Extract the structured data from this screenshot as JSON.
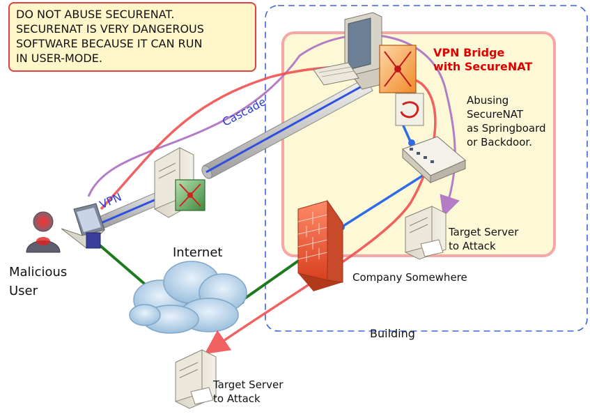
{
  "warning": {
    "lines": [
      "DO NOT ABUSE SECURENAT.",
      "SECURENAT IS VERY DANGEROUS",
      "SOFTWARE BECAUSE IT CAN RUN",
      "IN USER-MODE."
    ]
  },
  "labels": {
    "vpn_bridge_line1": "VPN Bridge",
    "vpn_bridge_line2": "with SecureNAT",
    "abusing_lines": [
      "Abusing",
      "SecureNAT",
      "as Springboard",
      "or Backdoor."
    ],
    "cascade": "Cascade",
    "vpn": "VPN",
    "target_inner_line1": "Target Server",
    "target_inner_line2": "to Attack",
    "company": "Company Somewhere",
    "building": "Building",
    "internet": "Internet",
    "malicious_line1": "Malicious",
    "malicious_line2": "User",
    "target_outer_line1": "Target Server",
    "target_outer_line2": "to Attack"
  },
  "colors": {
    "building_border": "#3a63d9",
    "inner_zone_fill": "#fdf8d6",
    "inner_zone_border": "#f7a6a6",
    "bridge_text": "#e00000",
    "red_path": "#f05050",
    "purple_path": "#b37cc4",
    "blue_line": "#2f6be8",
    "green_line": "#1f7a1f",
    "cascade_text": "#2a3fd8"
  }
}
